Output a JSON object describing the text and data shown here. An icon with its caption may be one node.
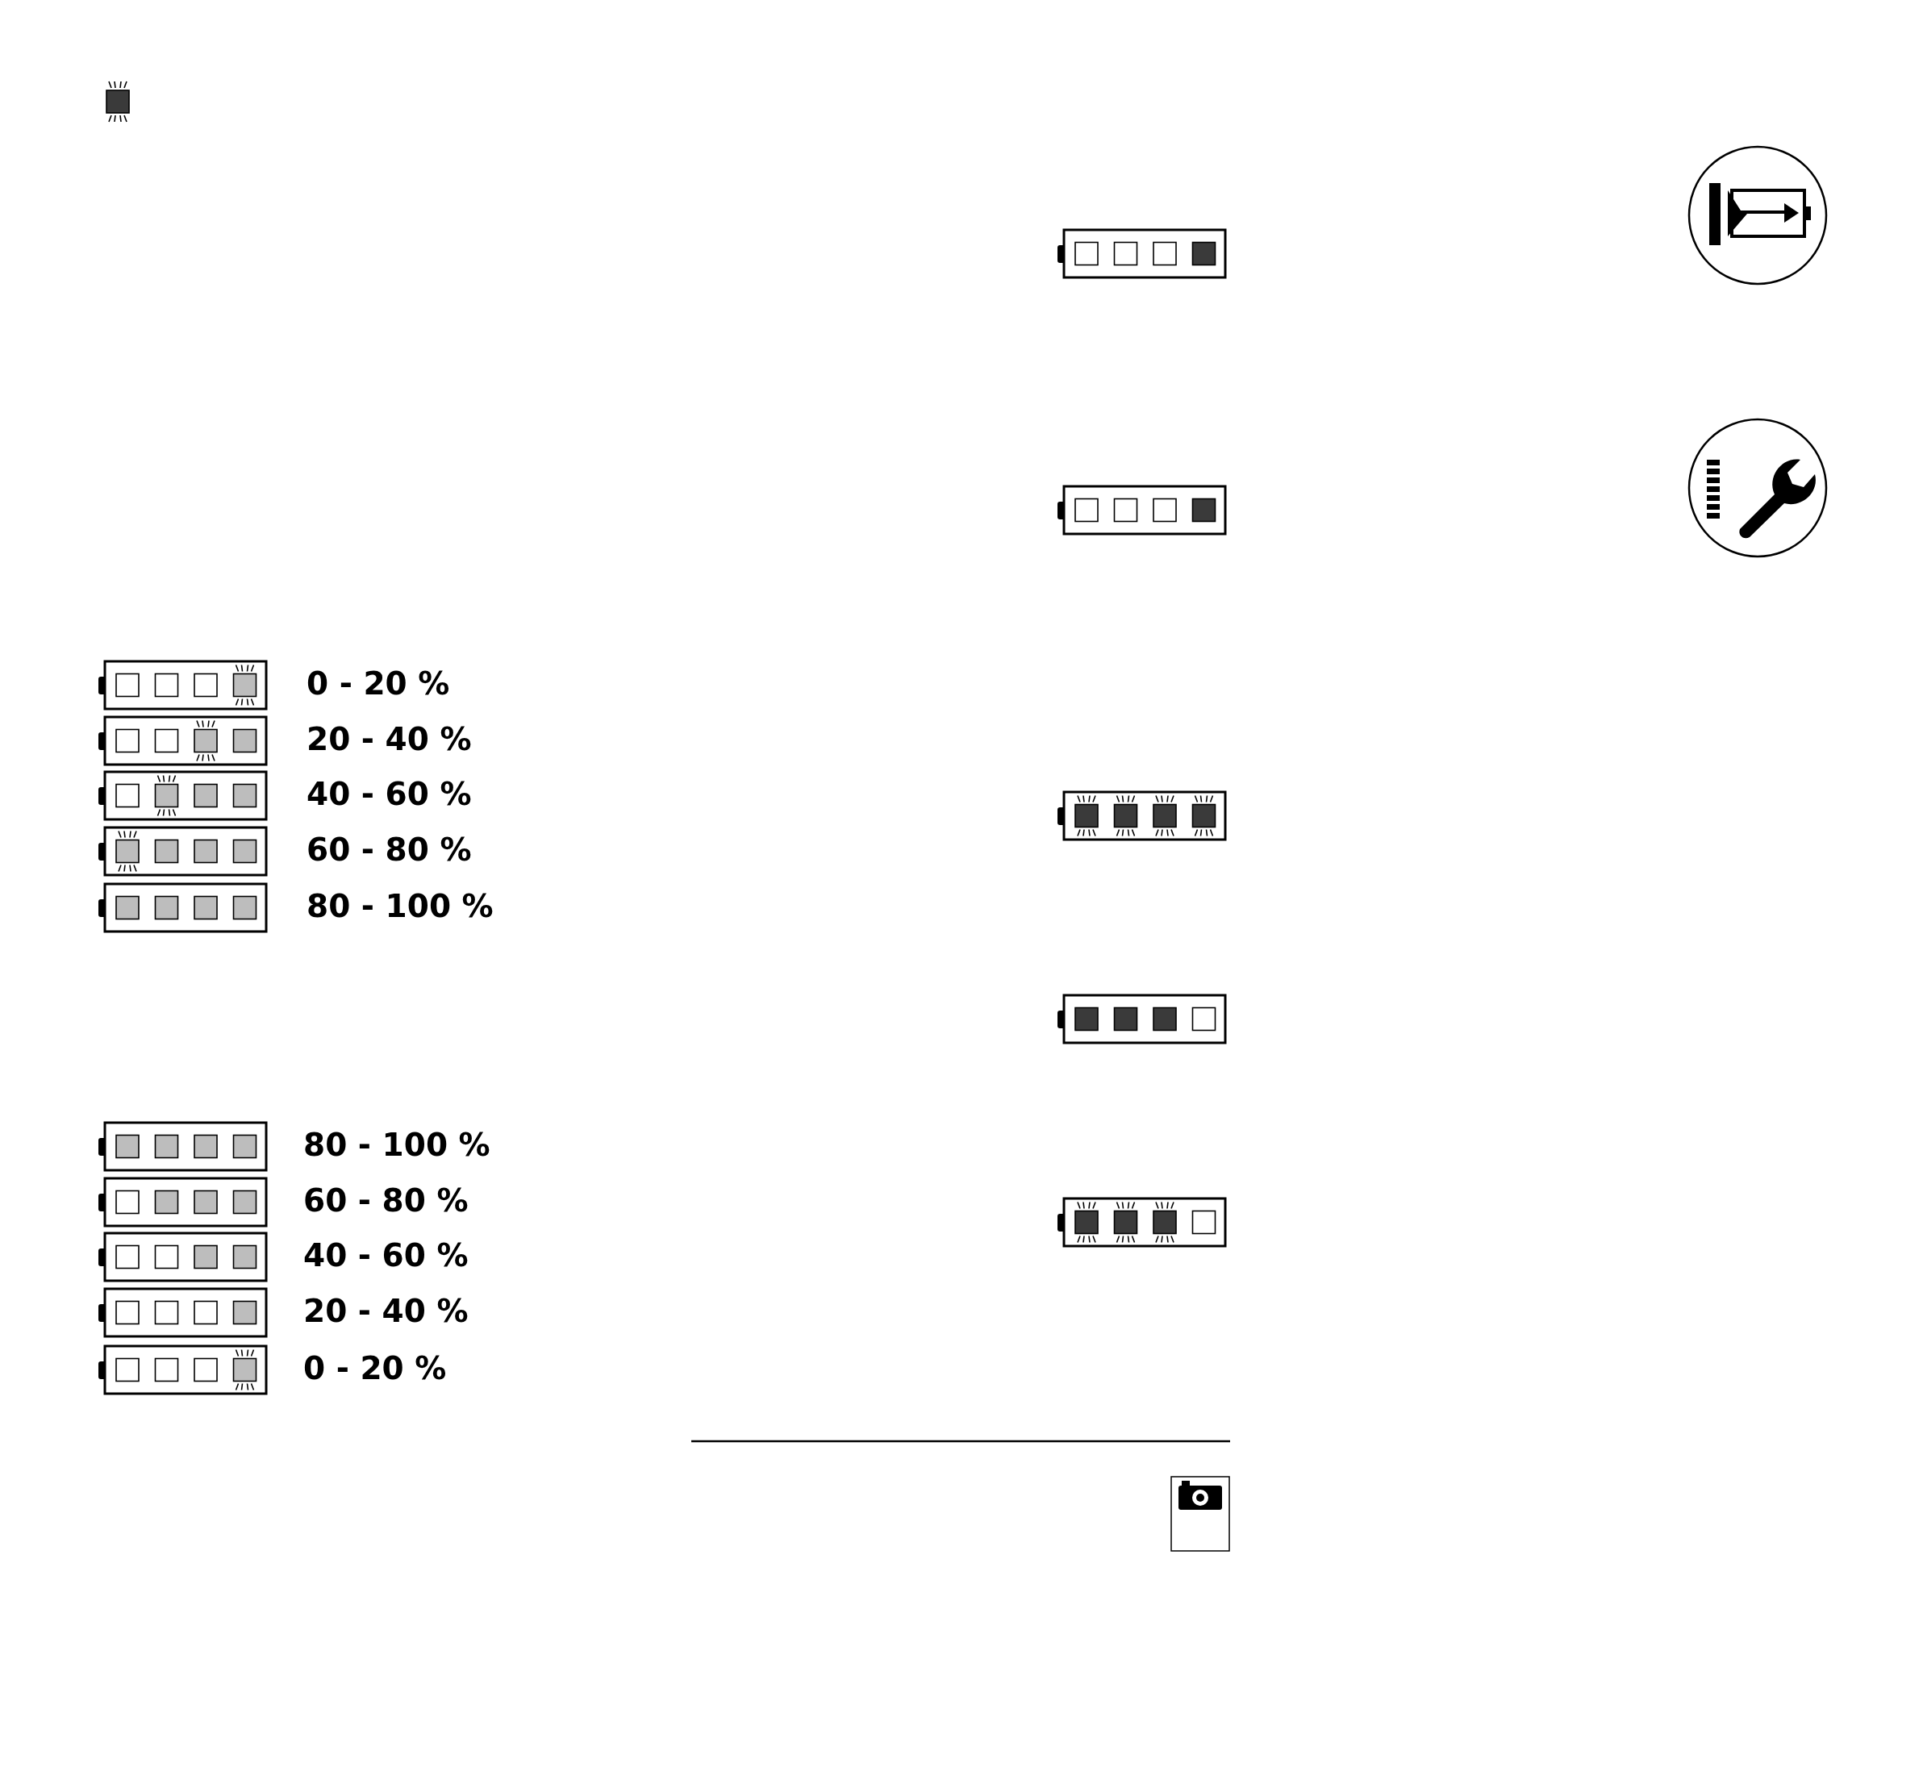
{
  "diagram": {
    "labels": [
      "0 - 20 %",
      "20 - 40 %",
      "40 - 60 %",
      "60 - 80 %",
      "80 - 100 %",
      "80 - 100 %",
      "60 - 80 %",
      "40 - 60 %",
      "20 - 40 %",
      "0 - 20 %"
    ]
  }
}
